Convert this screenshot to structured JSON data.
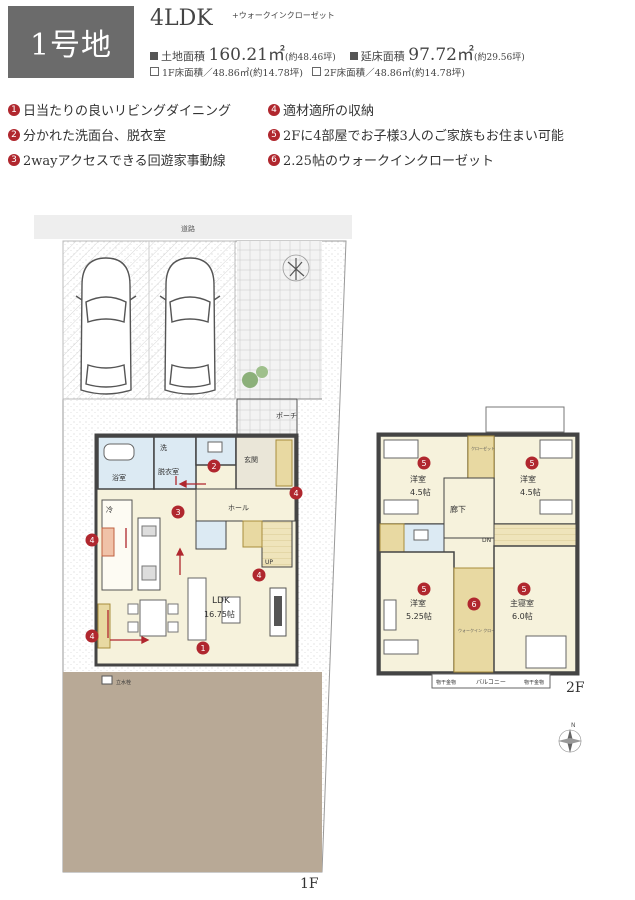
{
  "header": {
    "lot": "1号地",
    "layout": "4LDK",
    "layout_extra": "+ウォークインクローゼット",
    "land_area_label": "土地面積",
    "land_area_value": "160.21㎡",
    "land_area_tsubo": "(約48.46坪)",
    "floor_area_label": "延床面積",
    "floor_area_value": "97.72㎡",
    "floor_area_tsubo": "(約29.56坪)",
    "f1_area": "1F床面積／48.86㎡(約14.78坪)",
    "f2_area": "2F床面積／48.86㎡(約14.78坪)"
  },
  "features": [
    {
      "num": "1",
      "text": "日当たりの良いリビングダイニング"
    },
    {
      "num": "2",
      "text": "分かれた洗面台、脱衣室"
    },
    {
      "num": "3",
      "text": "2wayアクセスできる回遊家事動線"
    },
    {
      "num": "4",
      "text": "適材適所の収納"
    },
    {
      "num": "5",
      "text": "2Fに4部屋でお子様3人のご家族もお住まい可能"
    },
    {
      "num": "6",
      "text": "2.25帖のウォークインクローゼット"
    }
  ],
  "plan1f": {
    "road": "道路",
    "porch": "ポーチ",
    "entrance": "玄関",
    "hall": "ホール",
    "ldk": "LDK",
    "ldk_size": "16.75帖",
    "bath": "浴室",
    "wash": "洗",
    "dressing": "脱衣室",
    "fridge": "冷",
    "up": "UP",
    "faucet": "立水栓",
    "floor": "1F"
  },
  "plan2f": {
    "room_nw": "洋室",
    "room_nw_size": "4.5帖",
    "room_ne": "洋室",
    "room_ne_size": "4.5帖",
    "room_sw": "洋室",
    "room_sw_size": "5.25帖",
    "master": "主寝室",
    "master_size": "6.0帖",
    "corridor": "廊下",
    "wic": "ウォークイン クローゼット 2.25帖",
    "balcony": "バルコニー",
    "drying_l": "物干金物",
    "drying_r": "物干金物",
    "dn": "DN",
    "closet": "クローゼット",
    "floor": "2F"
  },
  "compass": "N",
  "colors": {
    "accent": "#b0272e",
    "badge": "#6b6b6b",
    "floor": "#f6f2dc",
    "stair": "#e8d9a2",
    "wet": "#dceaf3"
  }
}
